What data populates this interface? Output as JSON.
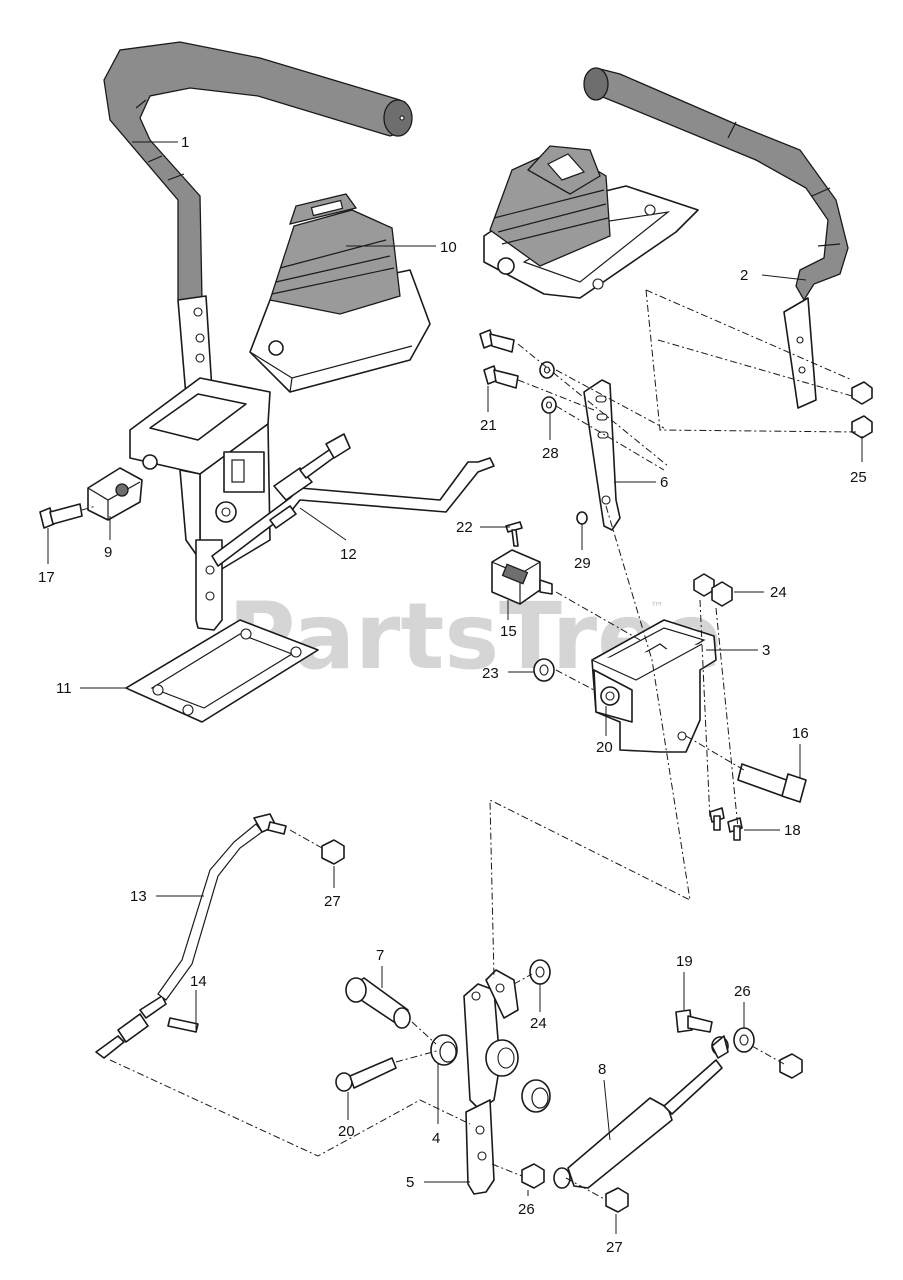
{
  "watermark": {
    "text": "PartsTree",
    "trademark": "™"
  },
  "callouts": [
    {
      "id": "c1",
      "label": "1"
    },
    {
      "id": "c2",
      "label": "2"
    },
    {
      "id": "c3",
      "label": "3"
    },
    {
      "id": "c4",
      "label": "4"
    },
    {
      "id": "c5",
      "label": "5"
    },
    {
      "id": "c6",
      "label": "6"
    },
    {
      "id": "c7",
      "label": "7"
    },
    {
      "id": "c8",
      "label": "8"
    },
    {
      "id": "c9",
      "label": "9"
    },
    {
      "id": "c10",
      "label": "10"
    },
    {
      "id": "c11",
      "label": "11"
    },
    {
      "id": "c12",
      "label": "12"
    },
    {
      "id": "c13",
      "label": "13"
    },
    {
      "id": "c14",
      "label": "14"
    },
    {
      "id": "c15",
      "label": "15"
    },
    {
      "id": "c16",
      "label": "16"
    },
    {
      "id": "c17",
      "label": "17"
    },
    {
      "id": "c18",
      "label": "18"
    },
    {
      "id": "c19",
      "label": "19"
    },
    {
      "id": "c20a",
      "label": "20"
    },
    {
      "id": "c20b",
      "label": "20"
    },
    {
      "id": "c21",
      "label": "21"
    },
    {
      "id": "c22",
      "label": "22"
    },
    {
      "id": "c23",
      "label": "23"
    },
    {
      "id": "c24a",
      "label": "24"
    },
    {
      "id": "c24b",
      "label": "24"
    },
    {
      "id": "c25",
      "label": "25"
    },
    {
      "id": "c26a",
      "label": "26"
    },
    {
      "id": "c26b",
      "label": "26"
    },
    {
      "id": "c27a",
      "label": "27"
    },
    {
      "id": "c27b",
      "label": "27"
    },
    {
      "id": "c28",
      "label": "28"
    },
    {
      "id": "c29",
      "label": "29"
    }
  ]
}
